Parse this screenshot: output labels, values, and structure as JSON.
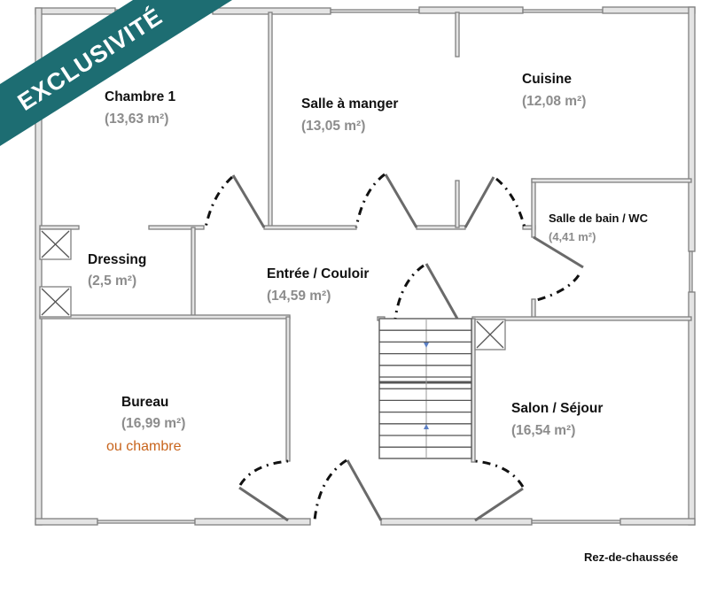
{
  "banner": {
    "text": "EXCLUSIVITÉ",
    "color": "#1d6d72"
  },
  "rooms": [
    {
      "name": "Chambre 1",
      "area": "(13,63 m²)"
    },
    {
      "name": "Salle à manger",
      "area": "(13,05 m²)"
    },
    {
      "name": "Cuisine",
      "area": "(12,08 m²)"
    },
    {
      "name": "Salle de bain / WC",
      "area": "(4,41 m²)"
    },
    {
      "name": "Dressing",
      "area": "(2,5 m²)"
    },
    {
      "name": "Entrée / Couloir",
      "area": "(14,59 m²)"
    },
    {
      "name": "Bureau",
      "area": "(16,99 m²)",
      "note": "ou chambre"
    },
    {
      "name": "Salon / Séjour",
      "area": "(16,54 m²)"
    }
  ],
  "note_color": "#c8641c",
  "level": "Rez-de-chaussée"
}
